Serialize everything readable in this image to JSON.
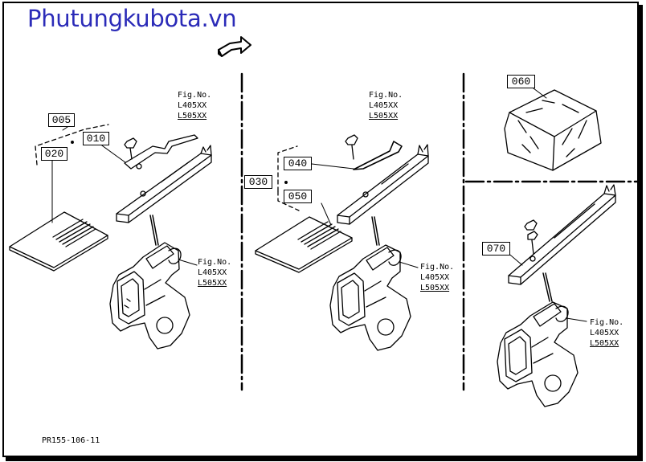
{
  "brand": "Phutungkubota.vn",
  "arrow_icon": "curved-arrow-icon",
  "figure_code": "PR155-106-11",
  "fig_label": {
    "line1": "Fig.No.",
    "line2": "L405XX",
    "line3": "L505XX"
  },
  "parts": {
    "p005": "005",
    "p010": "010",
    "p020": "020",
    "p030": "030",
    "p040": "040",
    "p050": "050",
    "p060": "060",
    "p070": "070"
  },
  "colors": {
    "brand": "#2b2bb8",
    "line": "#000000"
  }
}
